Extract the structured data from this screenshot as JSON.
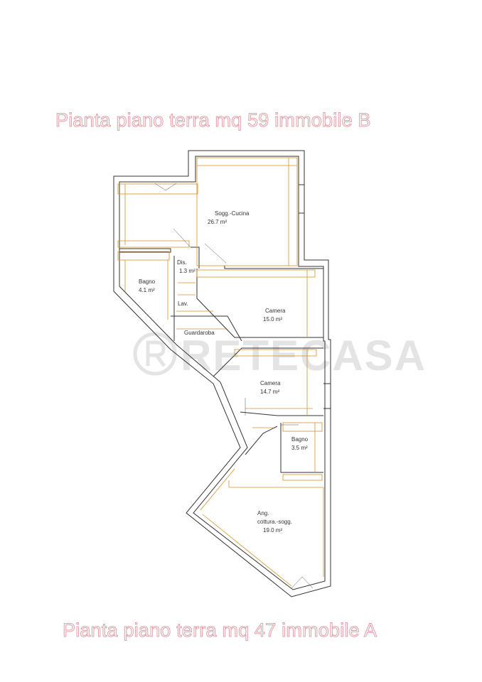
{
  "titles": {
    "top": "Pianta piano terra mq 59 immobile B",
    "bottom": "Pianta piano terra mq 47 immobile A"
  },
  "watermark": "RETECASA",
  "colors": {
    "wall": "#333333",
    "dimension": "#d4922a",
    "title_outline": "#e0a0a8",
    "watermark": "#e4e4e4"
  },
  "rooms": [
    {
      "name": "Sogg.-Cucina",
      "area": "26.7 m²"
    },
    {
      "name": "Dis.",
      "area": "1.3 m²"
    },
    {
      "name": "Bagno",
      "area": "4.1 m²"
    },
    {
      "name": "Lav.",
      "area": ""
    },
    {
      "name": "Camera",
      "area": "15.0 m²"
    },
    {
      "name": "Guardaroba",
      "area": ""
    },
    {
      "name": "Camera",
      "area": "14.7 m²"
    },
    {
      "name": "Bagno",
      "area": "3.5 m²"
    },
    {
      "name": "Ang. cottura.-sogg.",
      "area": "19.0 m²"
    }
  ]
}
